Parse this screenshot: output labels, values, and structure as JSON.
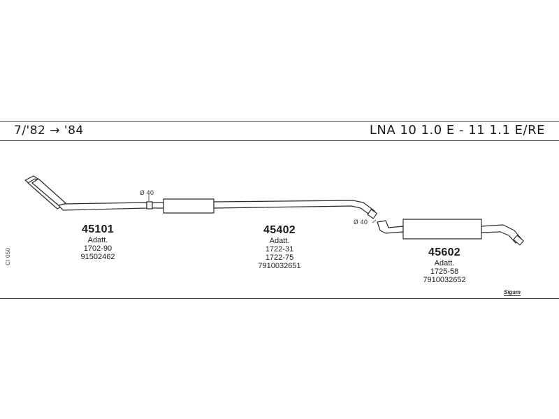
{
  "header": {
    "date_range": "7/'82 → '84",
    "model": "LNA 10 1.0 E - 11 1.1 E/RE"
  },
  "side_code": "CI 050",
  "brand": "Sigam",
  "pipe_diameters": [
    {
      "text": "Ø 40"
    },
    {
      "text": "Ø 40"
    }
  ],
  "parts": [
    {
      "code": "45101",
      "note": "Adatt.",
      "refs": [
        "1702-90",
        "91502462"
      ]
    },
    {
      "code": "45402",
      "note": "Adatt.",
      "refs": [
        "1722-31",
        "1722-75",
        "7910032651"
      ]
    },
    {
      "code": "45602",
      "note": "Adatt.",
      "refs": [
        "1725-58",
        "7910032652"
      ]
    }
  ],
  "colors": {
    "line": "#2a2a2a",
    "fill": "#ffffff"
  }
}
